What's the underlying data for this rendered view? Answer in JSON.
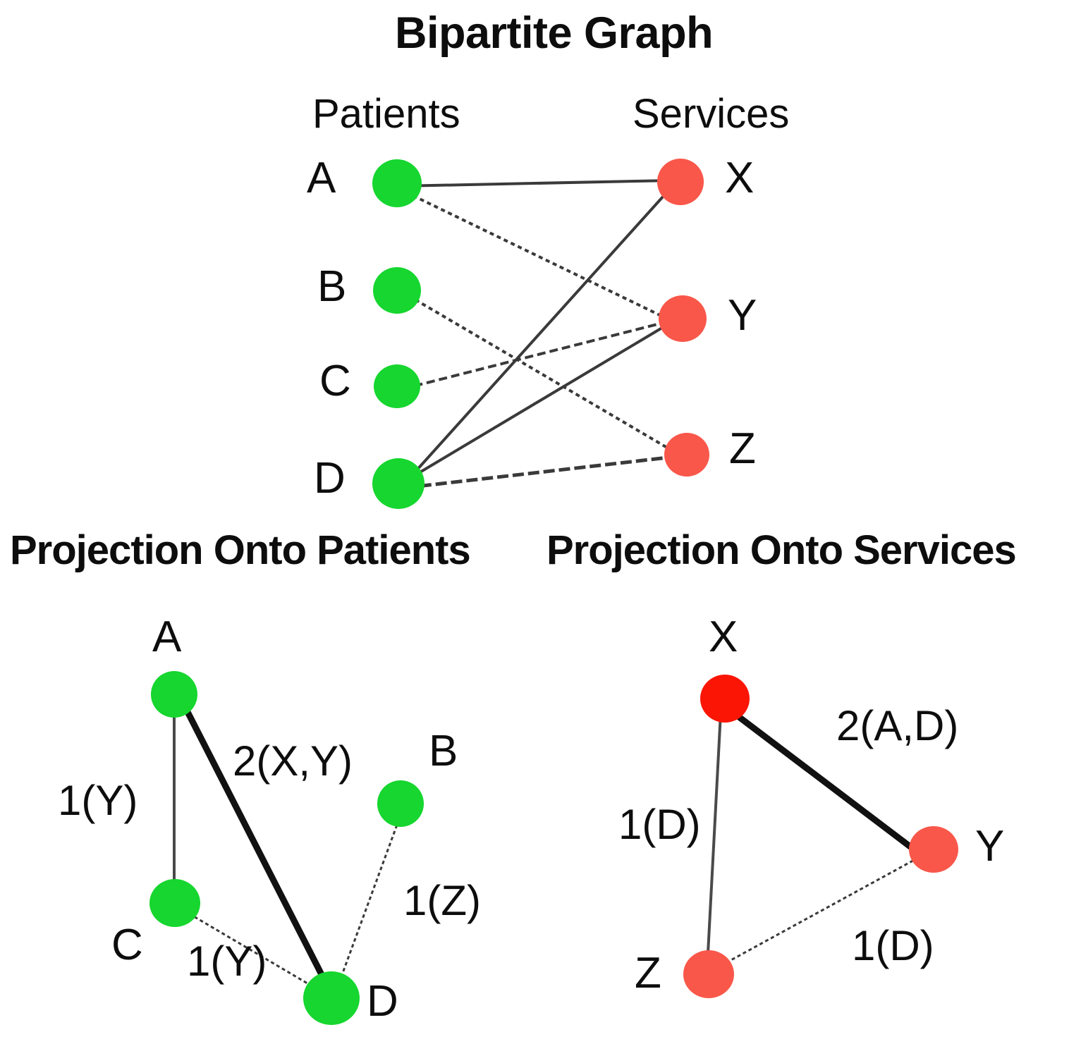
{
  "figure": {
    "title": "Bipartite Graph",
    "section_titles": {
      "patients_projection": "Projection Onto Patients",
      "services_projection": "Projection Onto Services"
    },
    "column_headers": {
      "left": "Patients",
      "right": "Services"
    }
  },
  "colors": {
    "patient_node": "#16D62F",
    "service_node": "#F9574A",
    "service_node_bright": "#FA1505",
    "edge": "#3b3b3b",
    "edge_strong": "#111111",
    "text": "#0d0d0d",
    "background": "#ffffff"
  },
  "chart_data": {
    "type": "diagram",
    "title": "Bipartite Graph",
    "panels": [
      {
        "id": "bipartite",
        "title": "Bipartite Graph",
        "left_set_label": "Patients",
        "right_set_label": "Services",
        "left_nodes": [
          "A",
          "B",
          "C",
          "D"
        ],
        "right_nodes": [
          "X",
          "Y",
          "Z"
        ],
        "edges": [
          {
            "source": "A",
            "target": "X",
            "style": "solid"
          },
          {
            "source": "A",
            "target": "Y",
            "style": "dotted"
          },
          {
            "source": "B",
            "target": "Z",
            "style": "dotted"
          },
          {
            "source": "C",
            "target": "Y",
            "style": "dashed"
          },
          {
            "source": "D",
            "target": "X",
            "style": "solid"
          },
          {
            "source": "D",
            "target": "Y",
            "style": "solid"
          },
          {
            "source": "D",
            "target": "Z",
            "style": "dashed"
          }
        ]
      },
      {
        "id": "projection-patients",
        "title": "Projection Onto Patients",
        "nodes": [
          "A",
          "B",
          "C",
          "D"
        ],
        "edges": [
          {
            "source": "A",
            "target": "C",
            "weight": 1,
            "shared": [
              "Y"
            ],
            "label": "1(Y)",
            "style": "thin"
          },
          {
            "source": "A",
            "target": "D",
            "weight": 2,
            "shared": [
              "X",
              "Y"
            ],
            "label": "2(X,Y)",
            "style": "thick"
          },
          {
            "source": "C",
            "target": "D",
            "weight": 1,
            "shared": [
              "Y"
            ],
            "label": "1(Y)",
            "style": "thin"
          },
          {
            "source": "B",
            "target": "D",
            "weight": 1,
            "shared": [
              "Z"
            ],
            "label": "1(Z)",
            "style": "thin"
          }
        ]
      },
      {
        "id": "projection-services",
        "title": "Projection Onto Services",
        "nodes": [
          "X",
          "Y",
          "Z"
        ],
        "edges": [
          {
            "source": "X",
            "target": "Y",
            "weight": 2,
            "shared": [
              "A",
              "D"
            ],
            "label": "2(A,D)",
            "style": "thick"
          },
          {
            "source": "X",
            "target": "Z",
            "weight": 1,
            "shared": [
              "D"
            ],
            "label": "1(D)",
            "style": "thin"
          },
          {
            "source": "Z",
            "target": "Y",
            "weight": 1,
            "shared": [
              "D"
            ],
            "label": "1(D)",
            "style": "thin"
          }
        ]
      }
    ]
  },
  "bipartite": {
    "nodes": {
      "A": "A",
      "B": "B",
      "C": "C",
      "D": "D",
      "X": "X",
      "Y": "Y",
      "Z": "Z"
    }
  },
  "projection_patients": {
    "nodes": {
      "A": "A",
      "B": "B",
      "C": "C",
      "D": "D"
    },
    "labels": {
      "ac": "1(Y)",
      "ad": "2(X,Y)",
      "cd": "1(Y)",
      "bd": "1(Z)"
    }
  },
  "projection_services": {
    "nodes": {
      "X": "X",
      "Y": "Y",
      "Z": "Z"
    },
    "labels": {
      "xy": "2(A,D)",
      "xz": "1(D)",
      "zy": "1(D)"
    }
  }
}
